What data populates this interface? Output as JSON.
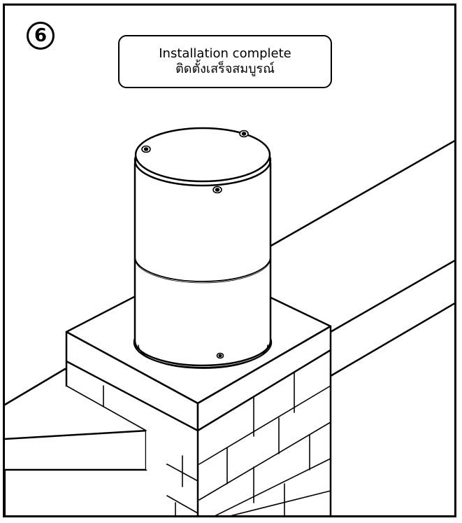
{
  "step": {
    "number": "6"
  },
  "caption": {
    "english": "Installation  complete",
    "thai": "ติดตั้งเสร็จสมบูรณ์"
  },
  "illustration": {
    "subject": "cylindrical bollard lamp mounted on brick pillar cap",
    "line_color": "#000000",
    "fill_color": "#ffffff"
  }
}
